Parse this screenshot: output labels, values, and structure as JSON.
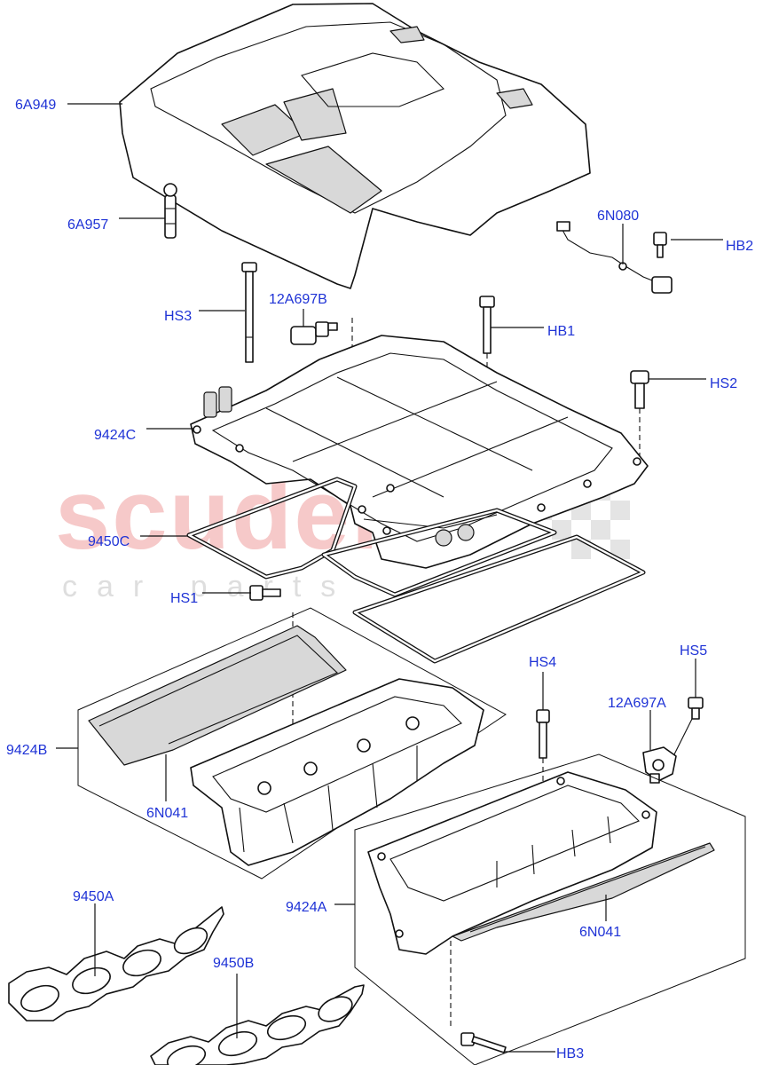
{
  "watermark": {
    "brand": "scuderia",
    "sub": "car parts"
  },
  "labels": {
    "p6A949": "6A949",
    "p6A957": "6A957",
    "p6N080": "6N080",
    "pHB2": "HB2",
    "pHS3": "HS3",
    "p12A697B": "12A697B",
    "pHB1": "HB1",
    "pHS2": "HS2",
    "p9424C": "9424C",
    "p9450C": "9450C",
    "pHS1": "HS1",
    "pHS4": "HS4",
    "pHS5": "HS5",
    "p12A697A": "12A697A",
    "p9424B": "9424B",
    "p6N041_left": "6N041",
    "p9450A": "9450A",
    "p9424A": "9424A",
    "p6N041_right": "6N041",
    "p9450B": "9450B",
    "pHB3": "HB3"
  }
}
